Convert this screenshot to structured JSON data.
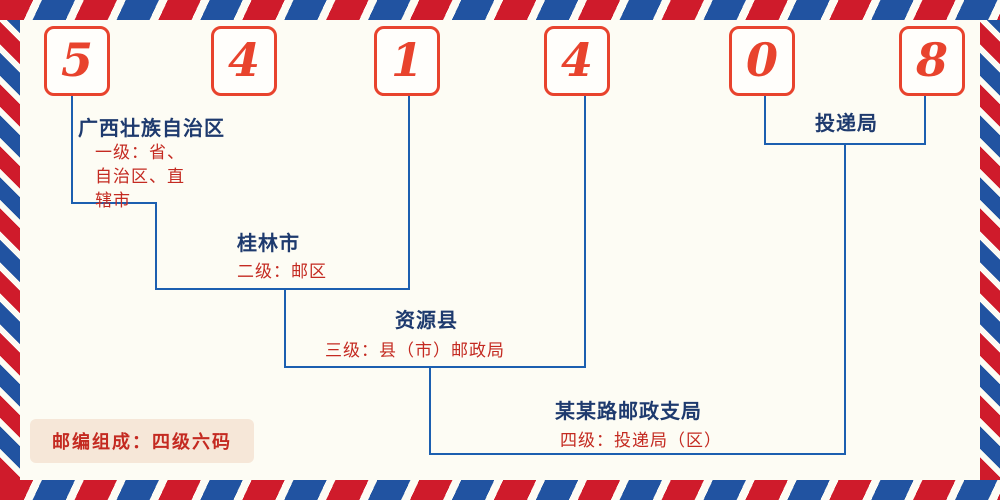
{
  "code": {
    "digits": [
      "5",
      "4",
      "1",
      "4",
      "0",
      "8"
    ]
  },
  "levels": {
    "level1": {
      "name": "广西壮族自治区",
      "desc": "一级：省、自治区、直辖市"
    },
    "level2": {
      "name": "桂林市",
      "desc": "二级：邮区"
    },
    "level3": {
      "name": "资源县",
      "desc": "三级：县（市）邮政局"
    },
    "level4": {
      "name": "某某路邮政支局",
      "desc": "四级：投递局（区）"
    },
    "delivery": {
      "name": "投递局"
    }
  },
  "footer": {
    "note": "邮编组成：四级六码"
  },
  "colors": {
    "digit_red": "#e8432d",
    "line_blue": "#1c5fb0",
    "name_navy": "#1e3a6e",
    "desc_red": "#c42a21",
    "badge_bg": "#f6e7d8",
    "stripe_red": "#cf1b2b",
    "stripe_blue": "#2153a1"
  }
}
